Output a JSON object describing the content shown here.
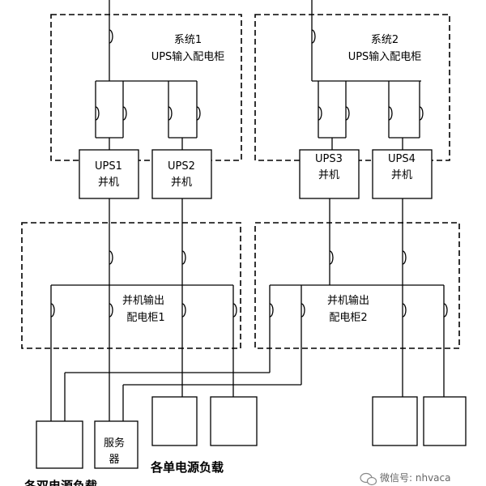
{
  "cabinets": {
    "input1": [
      "系统1",
      "UPS输入配电柜"
    ],
    "input2": [
      "系统2",
      "UPS输入配电柜"
    ],
    "output1": [
      "并机输出",
      "配电柜1"
    ],
    "output2": [
      "并机输出",
      "配电柜2"
    ]
  },
  "ups": {
    "ups1": [
      "UPS1",
      "并机"
    ],
    "ups2": [
      "UPS2",
      "并机"
    ],
    "ups3": [
      "UPS3",
      "并机"
    ],
    "ups4": [
      "UPS4",
      "并机"
    ]
  },
  "loads": {
    "server": [
      "服务",
      "器"
    ],
    "single_power_label": "各单电源负载",
    "dual_power_label": "各双电源负载"
  },
  "watermark": {
    "icon": "wechat-icon",
    "text": "微信号: nhvaca"
  }
}
